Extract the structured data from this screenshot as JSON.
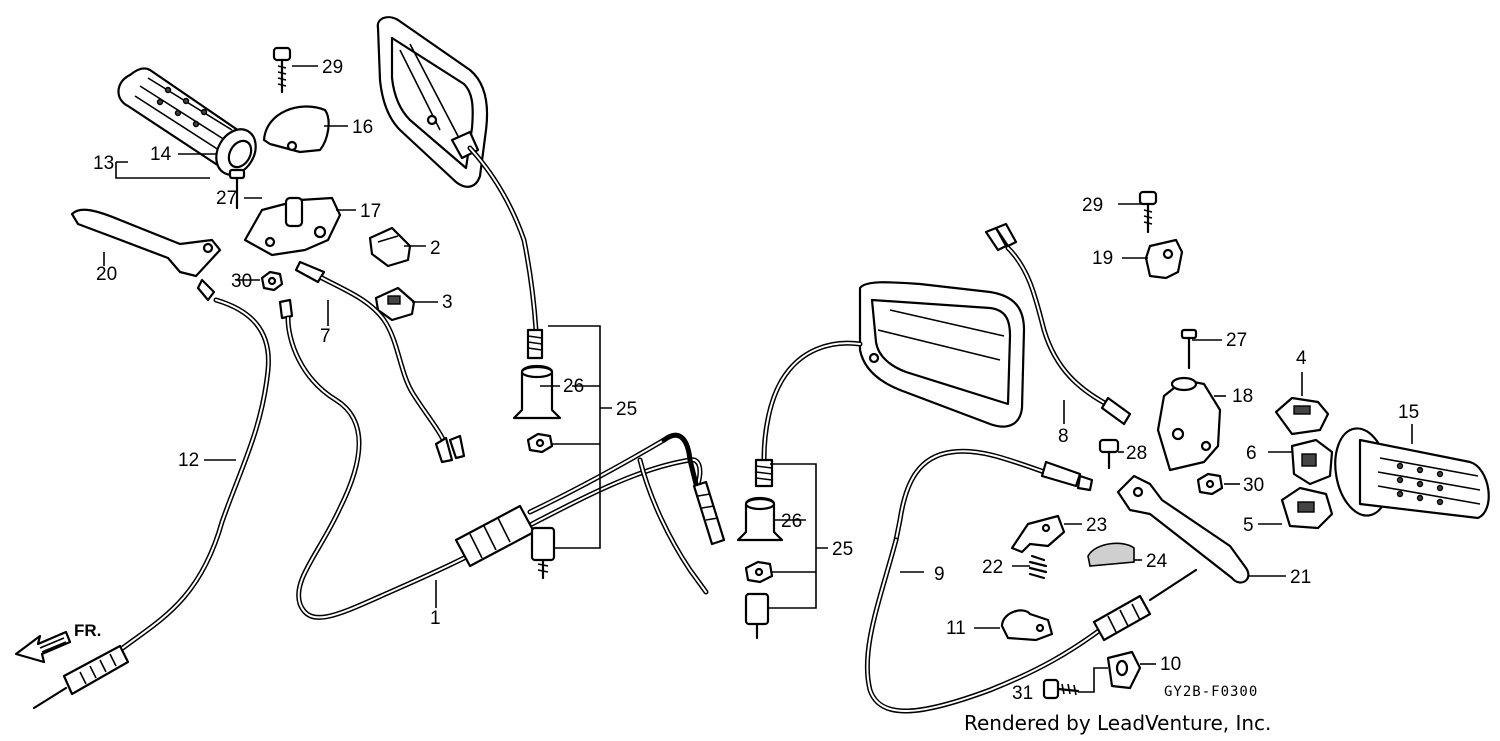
{
  "callouts": [
    "1",
    "2",
    "3",
    "4",
    "5",
    "6",
    "7",
    "8",
    "9",
    "10",
    "11",
    "12",
    "13",
    "14",
    "15",
    "16",
    "17",
    "18",
    "19",
    "20",
    "21",
    "22",
    "23",
    "24",
    "25",
    "25",
    "26",
    "26",
    "27",
    "27",
    "28",
    "29",
    "29",
    "30",
    "30",
    "31"
  ],
  "direction_marker": "FR.",
  "figure_code": "GY2B-F0300",
  "credit": "Rendered by LeadVenture, Inc."
}
